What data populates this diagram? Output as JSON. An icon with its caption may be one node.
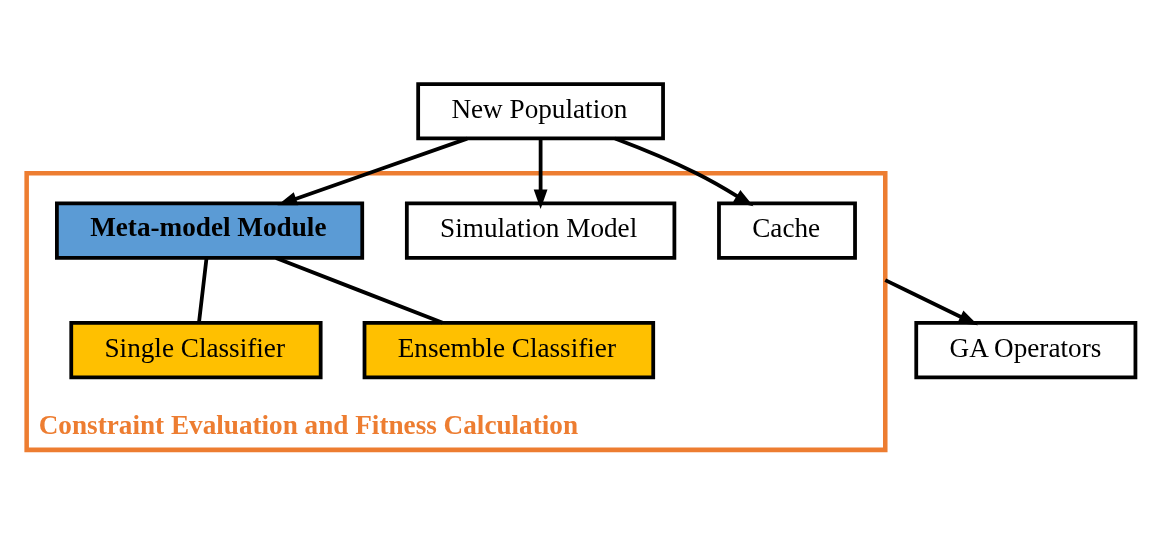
{
  "diagram": {
    "nodes": [
      {
        "text": [
          "New Population"
        ]
      },
      {
        "text": [
          "Constraint Evaluation and Fitness Calculation"
        ]
      },
      {
        "text": [
          "Cache"
        ],
        "in": 1
      },
      {
        "text": [
          "Simulation Model"
        ],
        "in": 1
      },
      {
        "text": [
          "Meta-model Module"
        ],
        "in": 1
      },
      {
        "text": [
          "Single Classifier"
        ],
        "in": 1
      },
      {
        "text": [
          "Ensemble Classifier"
        ],
        "in": 1
      },
      {
        "text": [
          "GA Operators"
        ]
      }
    ],
    "edges": [
      {
        "from": 0,
        "to": 2,
        "arrow": "to"
      },
      {
        "from": 0,
        "to": 3,
        "arrow": "to"
      },
      {
        "from": 0,
        "to": 4,
        "arrow": "to"
      },
      {
        "from": 4,
        "to": 5,
        "arrow": "none"
      },
      {
        "from": 4,
        "to": 6,
        "arrow": "none"
      },
      {
        "from": 1,
        "to": 7,
        "arrow": "to"
      }
    ]
  }
}
